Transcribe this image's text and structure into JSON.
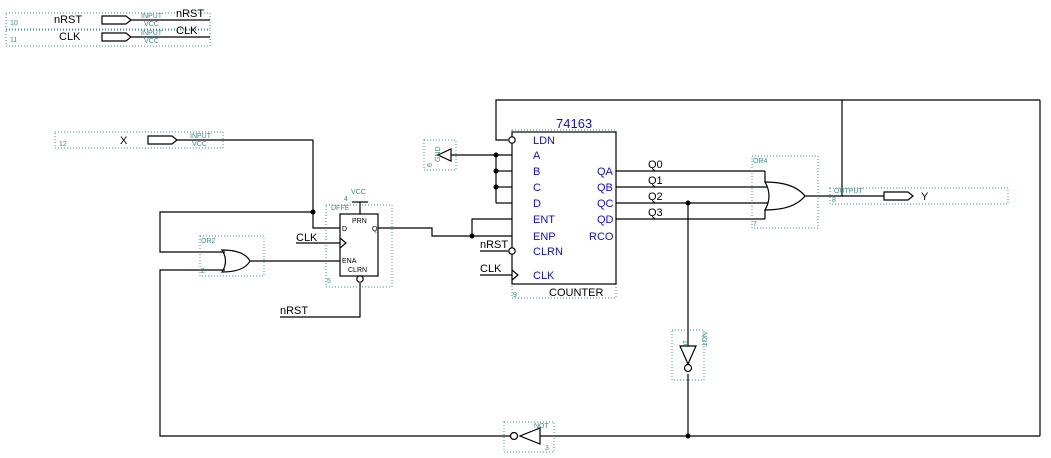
{
  "inputs": {
    "nrst": {
      "name": "nRST",
      "type": "INPUT",
      "vcc": "VCC",
      "num": "10",
      "net": "nRST"
    },
    "clk": {
      "name": "CLK",
      "type": "INPUT",
      "vcc": "VCC",
      "num": "11",
      "net": "CLK"
    },
    "x": {
      "name": "X",
      "type": "INPUT",
      "vcc": "VCC",
      "num": "12"
    }
  },
  "output": {
    "name": "Y",
    "type": "OUTPUT",
    "num": "8"
  },
  "counter": {
    "title": "74163",
    "name": "COUNTER",
    "num": "9",
    "left_pins": [
      "LDN",
      "A",
      "B",
      "C",
      "D",
      "ENT",
      "ENP",
      "CLRN",
      "CLK"
    ],
    "right_pins": [
      "QA",
      "QB",
      "QC",
      "QD",
      "RCO"
    ]
  },
  "gnd": {
    "label": "GND",
    "num": "6"
  },
  "dff": {
    "type": "DFFE",
    "num": "5",
    "vcc": "VCC",
    "vcc_num": "4",
    "pins": {
      "prn": "PRN",
      "d": "D",
      "q": "Q",
      "ena": "ENA",
      "clrn": "CLRN"
    },
    "clk_net": "CLK",
    "rst_net": "nRST"
  },
  "or2": {
    "type": "OR2",
    "num": "2"
  },
  "or4": {
    "type": "OR4",
    "num": "7"
  },
  "not_v": {
    "type": "NOT",
    "num": "10"
  },
  "not_h": {
    "type": "NOT",
    "num": "3"
  },
  "nets": {
    "q0": "Q0",
    "q1": "Q1",
    "q2": "Q2",
    "q3": "Q3",
    "counter_nrst": "nRST",
    "counter_clk": "CLK"
  }
}
